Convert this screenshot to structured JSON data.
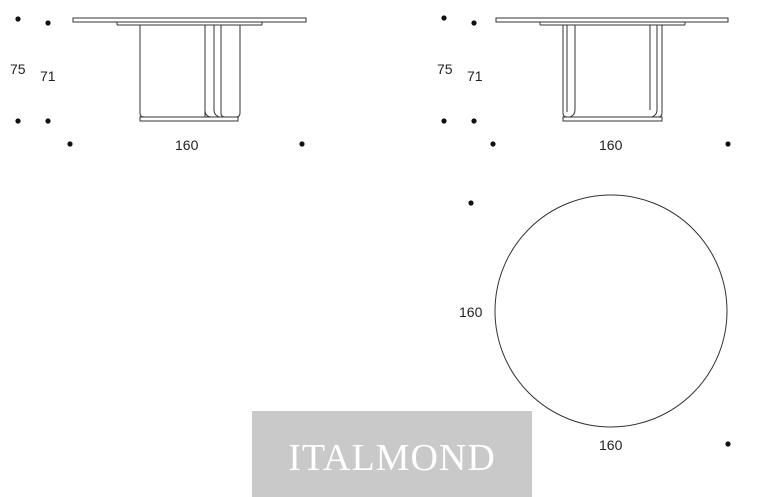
{
  "views": {
    "front_left": {
      "height_outer": "75",
      "height_inner": "71",
      "width": "160"
    },
    "front_right": {
      "height_outer": "75",
      "height_inner": "71",
      "width": "160"
    },
    "top": {
      "diameter_vertical": "160",
      "diameter_horizontal": "160"
    }
  },
  "watermark": {
    "text": "ITALMOND"
  },
  "colors": {
    "line": "#333333",
    "watermark_bg": "#c9c9c9",
    "watermark_text": "#ffffff"
  }
}
